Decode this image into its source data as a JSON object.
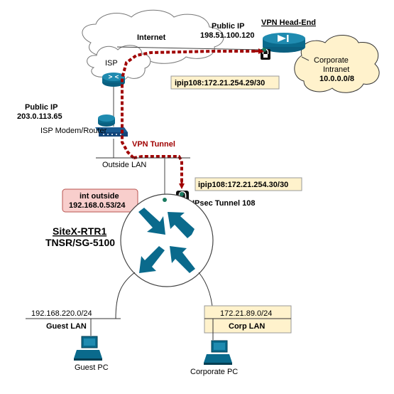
{
  "internet": {
    "label": "Internet"
  },
  "isp": {
    "label": "ISP"
  },
  "public_ip_head": {
    "line1": "Public IP",
    "line2": "198.51.100.120"
  },
  "vpn_head_end": {
    "label": "VPN Head-End"
  },
  "corporate": {
    "line1": "Corporate",
    "line2": "Intranet",
    "line3": "10.0.0.0/8"
  },
  "ipip_head": {
    "label": "ipip108:172.21.254.29/30"
  },
  "public_ip_site": {
    "line1": "Public IP",
    "line2": "203.0.113.65"
  },
  "isp_modem": {
    "label": "ISP Modem/Router"
  },
  "vpn_tunnel": {
    "label": "VPN Tunnel"
  },
  "outside_lan": {
    "label": "Outside LAN"
  },
  "ipip_site": {
    "label": "ipip108:172.21.254.30/30"
  },
  "int_outside": {
    "line1": "int outside",
    "line2": "192.168.0.53/24"
  },
  "ipsec": {
    "label": "IPsec Tunnel 108"
  },
  "router": {
    "name": "SiteX-RTR1",
    "model": "TNSR/SG-5100"
  },
  "guest_lan": {
    "subnet": "192.168.220.0/24",
    "label": "Guest LAN",
    "pc": "Guest PC"
  },
  "corp_lan": {
    "subnet": "172.21.89.0/24",
    "label": "Corp LAN",
    "pc": "Corporate PC"
  },
  "colors": {
    "tunnel": "#a00000",
    "router": "#0a6a8c",
    "yellow_box": "#fff2cc",
    "red_box": "#f8cecc",
    "cloud_yellow": "#fff2cc"
  }
}
